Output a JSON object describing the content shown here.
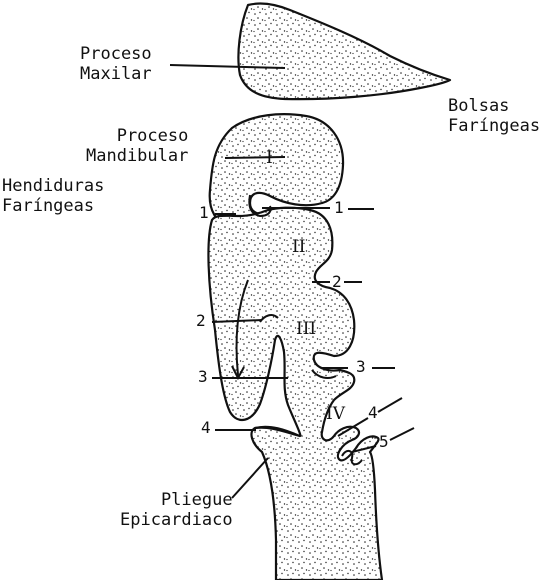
{
  "labels": {
    "proceso_maxilar": "Proceso\nMaxilar",
    "bolsas_faringeas": "Bolsas\nFaríngeas",
    "proceso_mandibular": "Proceso\nMandibular",
    "hendiduras_faringeas": "Hendiduras\nFaríngeas",
    "pliegue_epicardiaco": "Pliegue\nEpicardiaco"
  },
  "arches": [
    "I",
    "II",
    "III",
    "IV"
  ],
  "clefts": [
    "1",
    "2",
    "3",
    "4"
  ],
  "pouches": [
    "1",
    "2",
    "3",
    "4",
    "5"
  ]
}
